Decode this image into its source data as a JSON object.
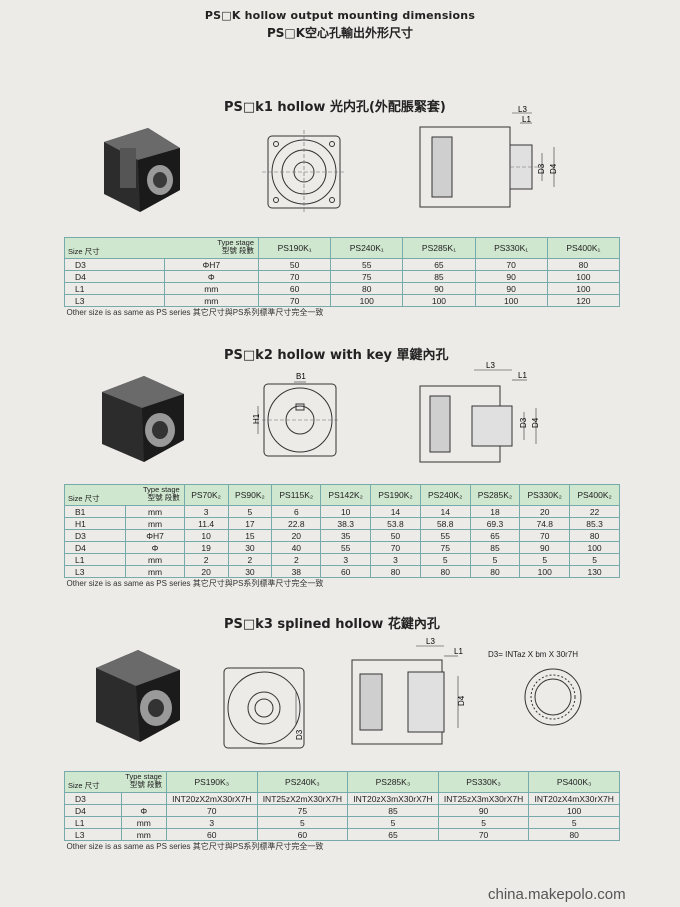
{
  "header": {
    "title_en": "PS□K hollow output mounting dimensions",
    "title_cn": "PS□K空心孔輸出外形尺寸"
  },
  "dim_labels": {
    "L1": "L1",
    "L3": "L3",
    "D3": "D3",
    "D4": "D4",
    "B1": "B1",
    "H1": "H1"
  },
  "spline_formula": "D3= INTaz X bm X 30r7H",
  "sections": [
    {
      "title": "PS□k1   hollow 光内孔(外配脹緊套)",
      "corner_type": "Type stage",
      "corner_model": "型號 段數",
      "corner_size": "Size 尺寸",
      "columns": [
        "PS190K₁",
        "PS240K₁",
        "PS285K₁",
        "PS330K₁",
        "PS400K₁"
      ],
      "rows": [
        {
          "label": "D3",
          "unit": "ΦH7",
          "values": [
            "50",
            "55",
            "65",
            "70",
            "80"
          ]
        },
        {
          "label": "D4",
          "unit": "Φ",
          "values": [
            "70",
            "75",
            "85",
            "90",
            "100"
          ]
        },
        {
          "label": "L1",
          "unit": "mm",
          "values": [
            "60",
            "80",
            "90",
            "90",
            "100"
          ]
        },
        {
          "label": "L3",
          "unit": "mm",
          "values": [
            "70",
            "100",
            "100",
            "100",
            "120"
          ]
        }
      ],
      "note": "Other size is as same as PS series   其它尺寸與PS系列標準尺寸完全一致"
    },
    {
      "title": "PS□k2   hollow with key 單鍵內孔",
      "corner_type": "Type stage",
      "corner_model": "型號 段數",
      "corner_size": "Size 尺寸",
      "columns": [
        "PS70K₂",
        "PS90K₂",
        "PS115K₂",
        "PS142K₂",
        "PS190K₂",
        "PS240K₂",
        "PS285K₂",
        "PS330K₂",
        "PS400K₂"
      ],
      "rows": [
        {
          "label": "B1",
          "unit": "mm",
          "values": [
            "3",
            "5",
            "6",
            "10",
            "14",
            "14",
            "18",
            "20",
            "22"
          ]
        },
        {
          "label": "H1",
          "unit": "mm",
          "values": [
            "11.4",
            "17",
            "22.8",
            "38.3",
            "53.8",
            "58.8",
            "69.3",
            "74.8",
            "85.3"
          ]
        },
        {
          "label": "D3",
          "unit": "ΦH7",
          "values": [
            "10",
            "15",
            "20",
            "35",
            "50",
            "55",
            "65",
            "70",
            "80"
          ]
        },
        {
          "label": "D4",
          "unit": "Φ",
          "values": [
            "19",
            "30",
            "40",
            "55",
            "70",
            "75",
            "85",
            "90",
            "100"
          ]
        },
        {
          "label": "L1",
          "unit": "mm",
          "values": [
            "2",
            "2",
            "2",
            "3",
            "3",
            "5",
            "5",
            "5",
            "5"
          ]
        },
        {
          "label": "L3",
          "unit": "mm",
          "values": [
            "20",
            "30",
            "38",
            "60",
            "80",
            "80",
            "80",
            "100",
            "130"
          ]
        }
      ],
      "note": "Other size is as same as PS series   其它尺寸與PS系列標準尺寸完全一致"
    },
    {
      "title": "PS□k3   splined hollow 花鍵內孔",
      "corner_type": "Type stage",
      "corner_model": "型號 段數",
      "corner_size": "Size 尺寸",
      "columns": [
        "PS190K₃",
        "PS240K₃",
        "PS285K₃",
        "PS330K₃",
        "PS400K₃"
      ],
      "rows": [
        {
          "label": "D3",
          "unit": "",
          "values": [
            "INT20zX2mX30rX7H",
            "INT25zX2mX30rX7H",
            "INT20zX3mX30rX7H",
            "INT25zX3mX30rX7H",
            "INT20zX4mX30rX7H"
          ]
        },
        {
          "label": "D4",
          "unit": "Φ",
          "values": [
            "70",
            "75",
            "85",
            "90",
            "100"
          ]
        },
        {
          "label": "L1",
          "unit": "mm",
          "values": [
            "3",
            "5",
            "5",
            "5",
            "5"
          ]
        },
        {
          "label": "L3",
          "unit": "mm",
          "values": [
            "60",
            "60",
            "65",
            "70",
            "80"
          ]
        }
      ],
      "note": "Other size is as same as PS series   其它尺寸與PS系列標準尺寸完全一致"
    }
  ],
  "footer": "china.makepolo.com"
}
